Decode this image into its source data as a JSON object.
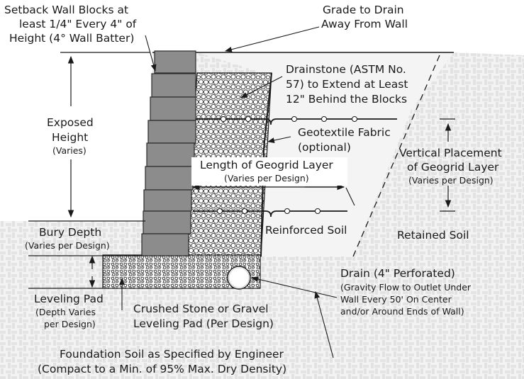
{
  "labels": {
    "setback_1": "Setback Wall Blocks at",
    "setback_2": "least 1/4\" Every 4\" of",
    "setback_3": "Height (4° Wall Batter)",
    "grade_1": "Grade to Drain",
    "grade_2": "Away From Wall",
    "drainstone_1": "Drainstone (ASTM No.",
    "drainstone_2": "57) to Extend at Least",
    "drainstone_3": "12\" Behind the Blocks",
    "exposed_1": "Exposed",
    "exposed_2": "Height",
    "exposed_3": "(Varies)",
    "geotextile_1": "Geotextile Fabric",
    "geotextile_2": "(optional)",
    "vertical_1": "Vertical Placement",
    "vertical_2": "of Geogrid Layer",
    "vertical_3": "(Varies per Design)",
    "geogrid_len_1": "Length of Geogrid Layer",
    "geogrid_len_2": "(Varies per Design)",
    "bury_1": "Bury Depth",
    "bury_2": "(Varies per Design)",
    "reinforced": "Reinforced Soil",
    "retained": "Retained Soil",
    "drain_1": "Drain (4\" Perforated)",
    "drain_2": "(Gravity Flow to Outlet Under",
    "drain_3": "Wall Every 50' On Center",
    "drain_4": "and/or Around Ends of Wall)",
    "leveling_1": "Leveling Pad",
    "leveling_2": "(Depth Varies",
    "leveling_3": "per Design)",
    "crushed_1": "Crushed Stone or Gravel",
    "crushed_2": "Leveling Pad (Per Design)",
    "foundation_1": "Foundation Soil as Specified by Engineer",
    "foundation_2": "(Compact to a Min. of 95% Max. Dry Density)"
  },
  "colors": {
    "block": "#8c8c8c",
    "block_stroke": "#2a2a2a",
    "soil_bg": "#f2f2f2",
    "line": "#1a1a1a"
  }
}
